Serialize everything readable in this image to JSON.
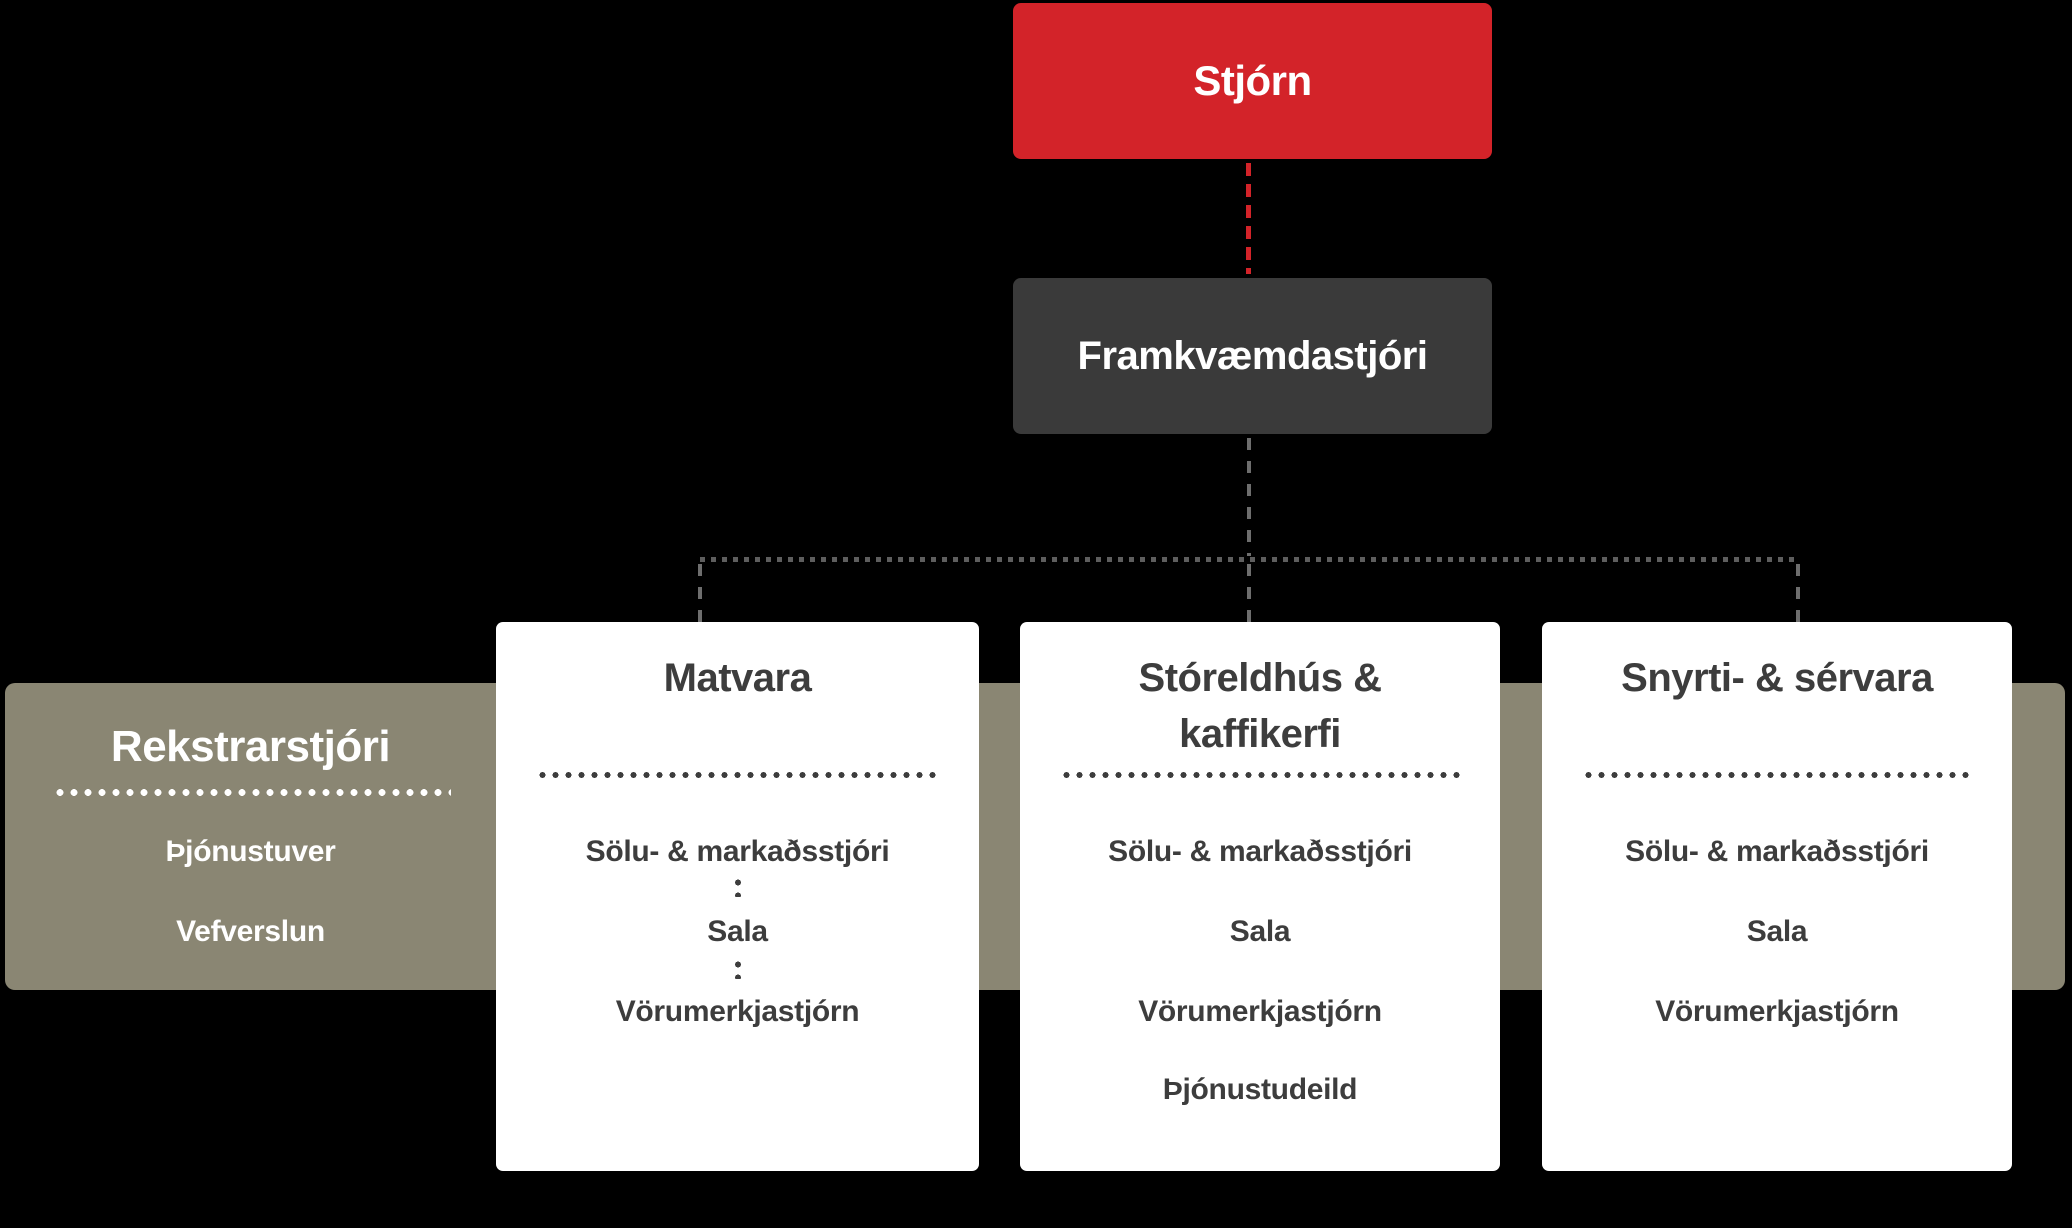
{
  "palette": {
    "background": "#000000",
    "board_red": "#d32329",
    "ceo_dark": "#3a3a3a",
    "band_olive": "#8a8673",
    "card_white": "#ffffff",
    "card_text": "#3d3d3d",
    "connector_gray": "#6e6e6e",
    "connector_red": "#d32329",
    "band_text": "#ffffff"
  },
  "board": {
    "label": "Stjórn"
  },
  "ceo": {
    "label": "Framkvæmdastjóri"
  },
  "operations_band": {
    "title": "Rekstrarstjóri",
    "items": [
      "Þjónustuver",
      "Vefverslun"
    ]
  },
  "divisions": [
    {
      "title_lines": [
        "Matvara"
      ],
      "items": [
        "Sölu- & markaðsstjóri",
        "Sala",
        "Vörumerkjastjórn"
      ]
    },
    {
      "title_lines": [
        "Stóreldhús &",
        "kaffikerfi"
      ],
      "items": [
        "Sölu- & markaðsstjóri",
        "Sala",
        "Vörumerkjastjórn",
        "Þjónustudeild"
      ]
    },
    {
      "title_lines": [
        "Snyrti- & sérvara"
      ],
      "items": [
        "Sölu- & markaðsstjóri",
        "Sala",
        "Vörumerkjastjórn"
      ]
    }
  ]
}
